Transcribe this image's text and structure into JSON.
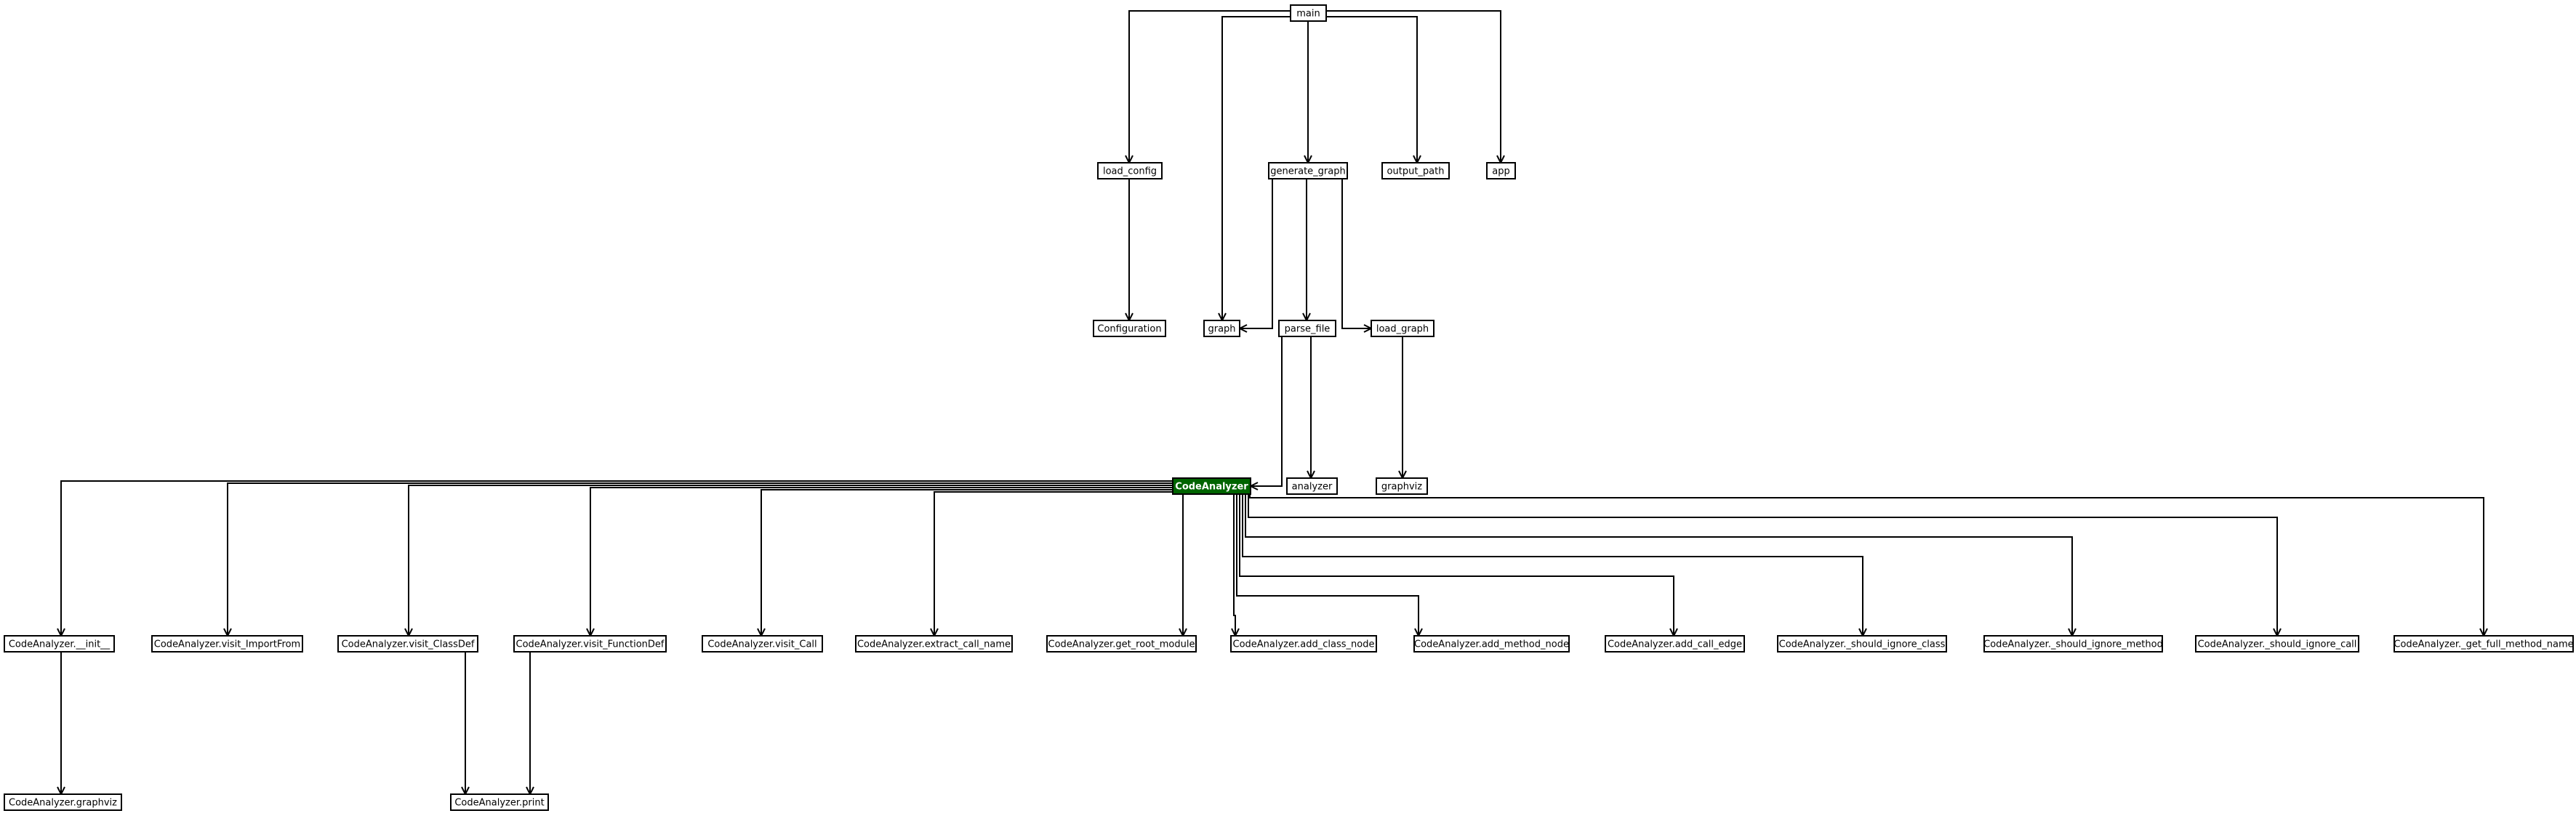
{
  "nodes": {
    "main": "main",
    "load_config": "load_config",
    "generate_graph": "generate_graph",
    "output_path": "output_path",
    "app": "app",
    "configuration": "Configuration",
    "graph": "graph",
    "parse_file": "parse_file",
    "load_graph": "load_graph",
    "code_analyzer": "CodeAnalyzer",
    "analyzer": "analyzer",
    "graphviz": "graphviz",
    "ca_init": "CodeAnalyzer.__init__",
    "ca_visit_importfrom": "CodeAnalyzer.visit_ImportFrom",
    "ca_visit_classdef": "CodeAnalyzer.visit_ClassDef",
    "ca_visit_functiondef": "CodeAnalyzer.visit_FunctionDef",
    "ca_visit_call": "CodeAnalyzer.visit_Call",
    "ca_extract_call_name": "CodeAnalyzer.extract_call_name",
    "ca_get_root_module": "CodeAnalyzer.get_root_module",
    "ca_add_class_node": "CodeAnalyzer.add_class_node",
    "ca_add_method_node": "CodeAnalyzer.add_method_node",
    "ca_add_call_edge": "CodeAnalyzer.add_call_edge",
    "ca_should_ignore_class": "CodeAnalyzer._should_ignore_class",
    "ca_should_ignore_method": "CodeAnalyzer._should_ignore_method",
    "ca_should_ignore_call": "CodeAnalyzer._should_ignore_call",
    "ca_get_full_method_name": "CodeAnalyzer._get_full_method_name",
    "ca_graphviz": "CodeAnalyzer.graphviz",
    "ca_print": "CodeAnalyzer.print"
  },
  "edges": [
    [
      "main",
      "load_config"
    ],
    [
      "main",
      "graph"
    ],
    [
      "main",
      "generate_graph"
    ],
    [
      "main",
      "output_path"
    ],
    [
      "main",
      "app"
    ],
    [
      "load_config",
      "configuration"
    ],
    [
      "generate_graph",
      "graph"
    ],
    [
      "generate_graph",
      "parse_file"
    ],
    [
      "generate_graph",
      "load_graph"
    ],
    [
      "parse_file",
      "code_analyzer"
    ],
    [
      "parse_file",
      "analyzer"
    ],
    [
      "load_graph",
      "graphviz"
    ],
    [
      "code_analyzer",
      "ca_init"
    ],
    [
      "code_analyzer",
      "ca_visit_importfrom"
    ],
    [
      "code_analyzer",
      "ca_visit_classdef"
    ],
    [
      "code_analyzer",
      "ca_visit_functiondef"
    ],
    [
      "code_analyzer",
      "ca_visit_call"
    ],
    [
      "code_analyzer",
      "ca_extract_call_name"
    ],
    [
      "code_analyzer",
      "ca_get_root_module"
    ],
    [
      "code_analyzer",
      "ca_add_class_node"
    ],
    [
      "code_analyzer",
      "ca_add_method_node"
    ],
    [
      "code_analyzer",
      "ca_add_call_edge"
    ],
    [
      "code_analyzer",
      "ca_should_ignore_class"
    ],
    [
      "code_analyzer",
      "ca_should_ignore_method"
    ],
    [
      "code_analyzer",
      "ca_should_ignore_call"
    ],
    [
      "code_analyzer",
      "ca_get_full_method_name"
    ],
    [
      "ca_init",
      "ca_graphviz"
    ],
    [
      "ca_visit_classdef",
      "ca_print"
    ],
    [
      "ca_visit_functiondef",
      "ca_print"
    ]
  ],
  "colors": {
    "highlight_fill": "#006400",
    "highlight_text": "#ffffff",
    "default_fill": "#ffffff",
    "line": "#000000"
  }
}
